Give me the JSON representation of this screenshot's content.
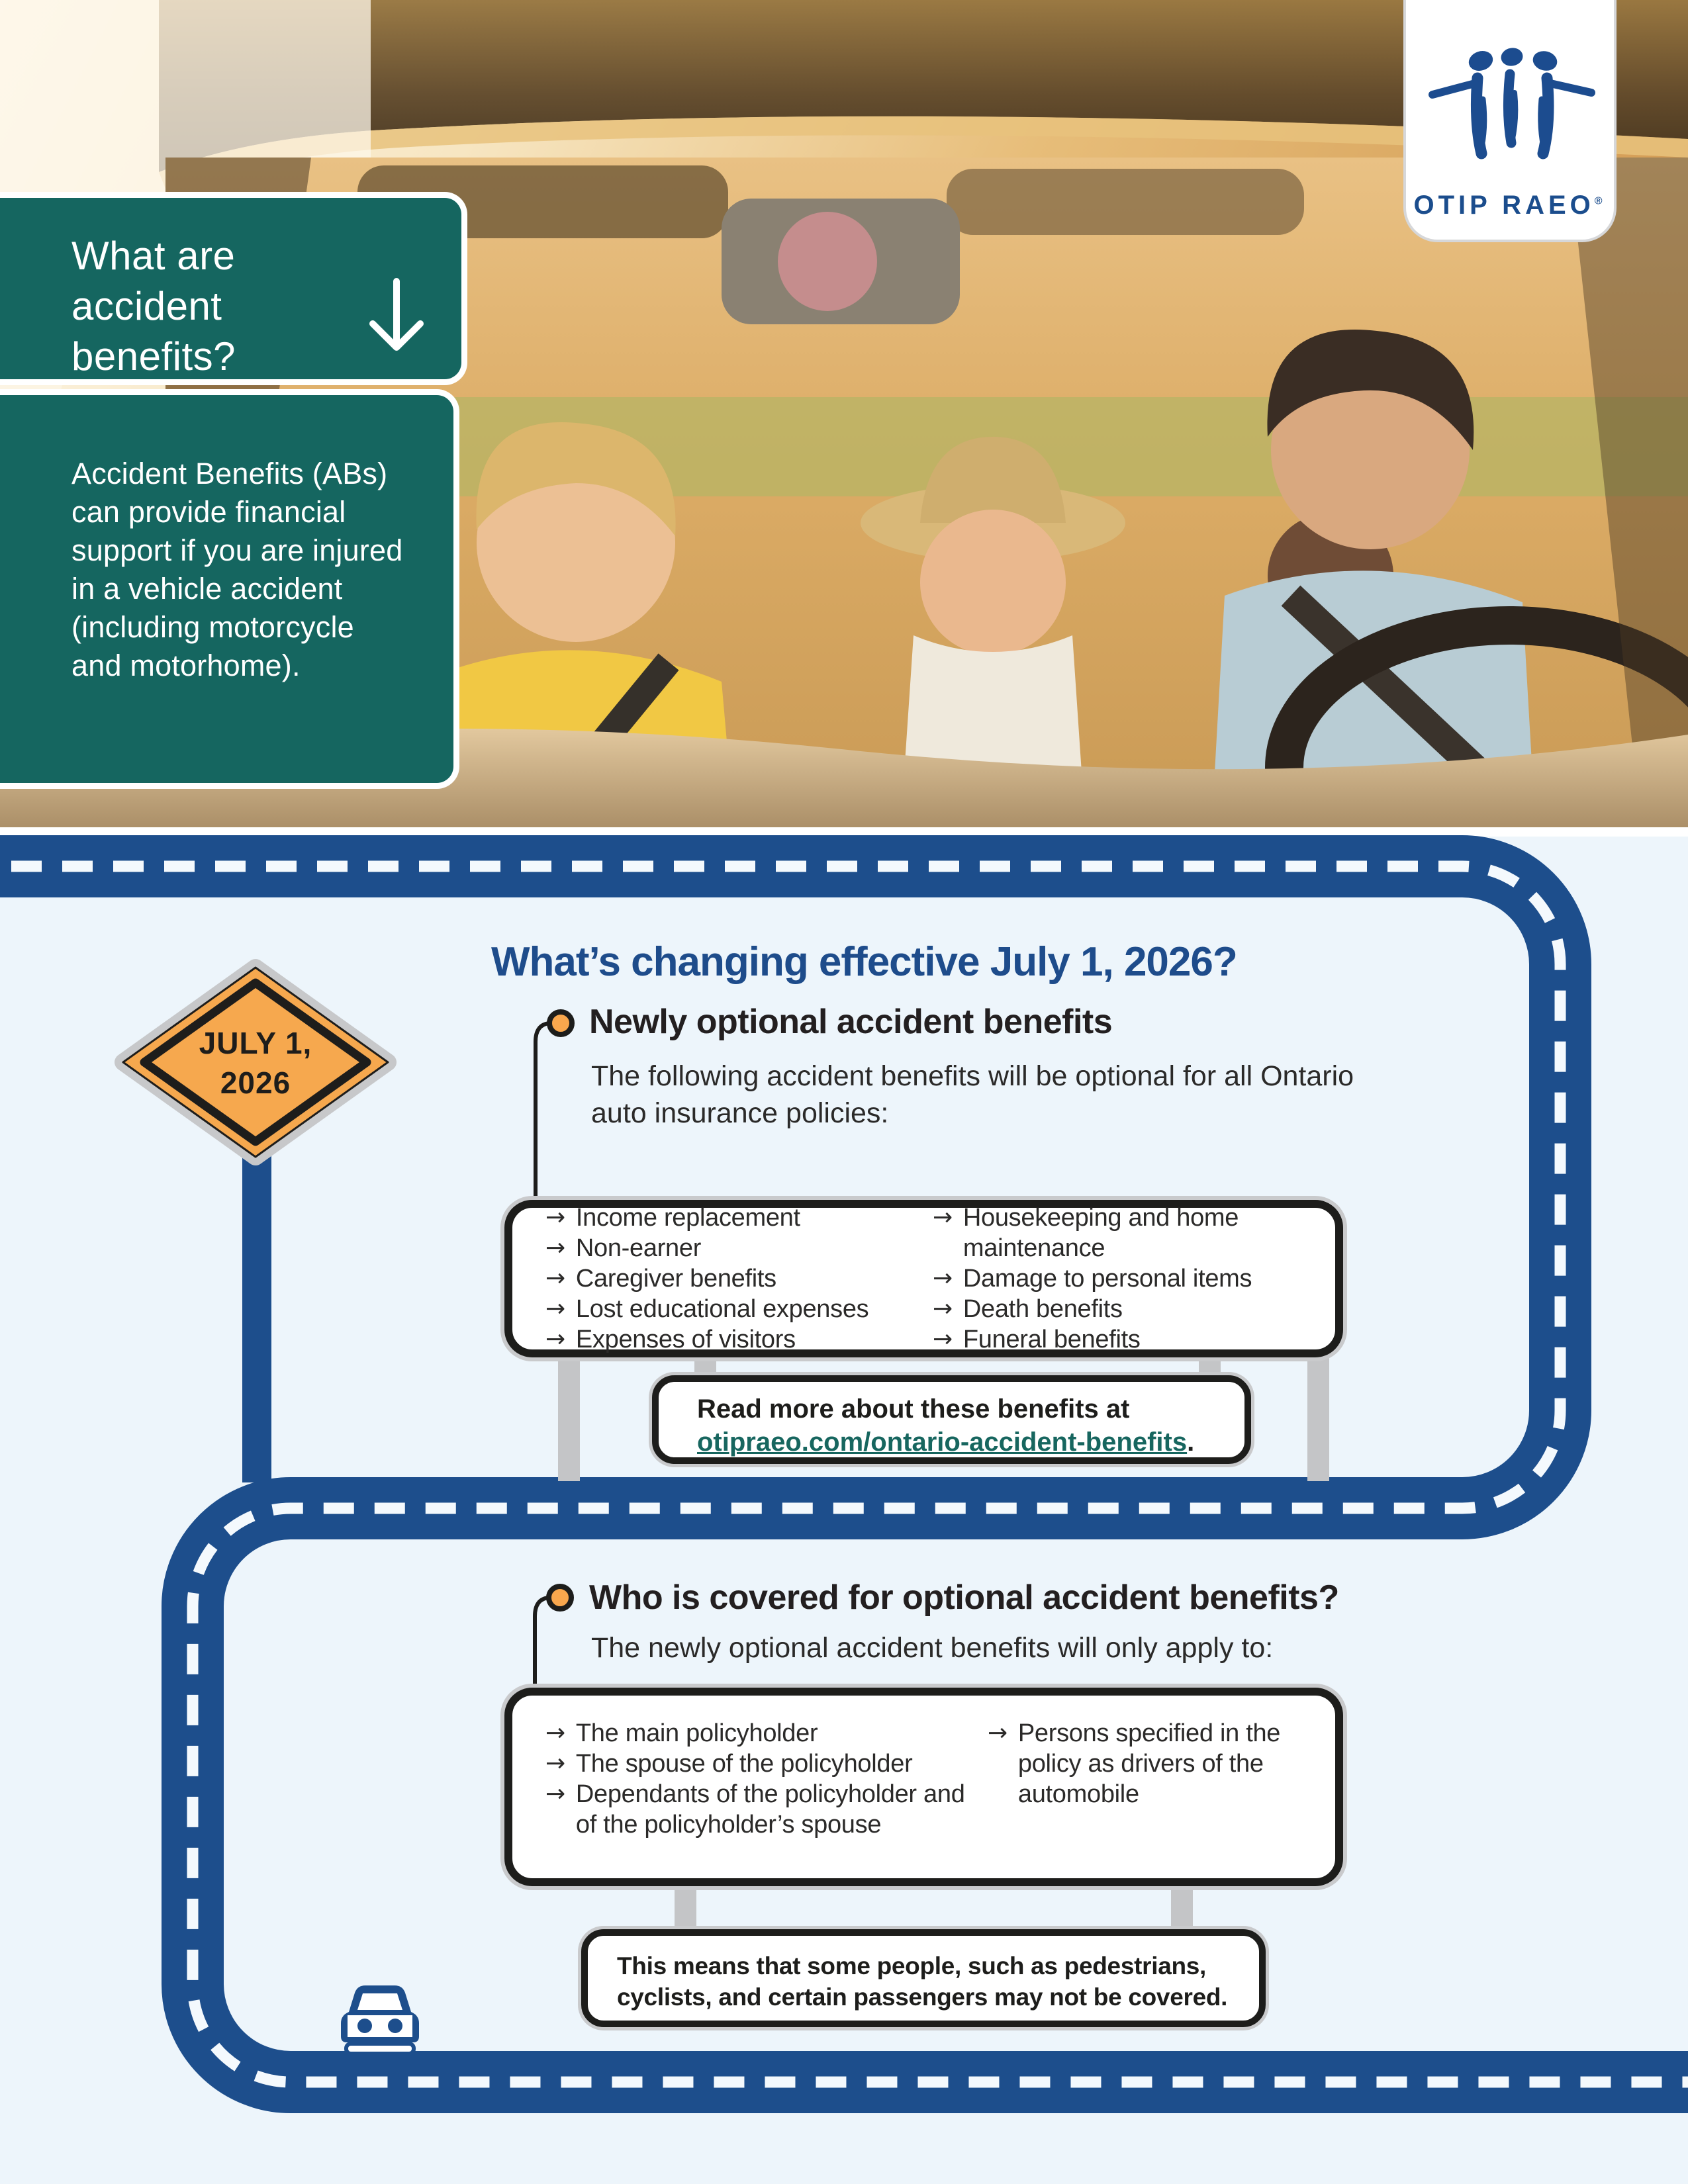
{
  "ui": {
    "arrow_char": "→"
  },
  "logo": {
    "brand": "OTIP RAEO",
    "reg": "®"
  },
  "intro": {
    "title": "What are accident benefits?",
    "body": "Accident Benefits (ABs) can provide financial support if you are injured in a vehicle accident (including motorcycle and motorhome)."
  },
  "sign": {
    "line1": "JULY 1,",
    "line2": "2026"
  },
  "main_heading": "What’s changing effective July 1, 2026?",
  "section1": {
    "heading": "Newly optional accident benefits",
    "intro": "The following accident benefits will be optional for all Ontario auto insurance policies:",
    "col1": [
      "Income replacement",
      "Non-earner",
      "Caregiver benefits",
      "Lost educational expenses",
      "Expenses of visitors"
    ],
    "col2": [
      "Housekeeping and home maintenance",
      "Damage to personal items",
      "Death benefits",
      "Funeral benefits"
    ],
    "readmore_prefix": "Read more about these benefits at",
    "readmore_link": "otipraeo.com/ontario-accident-benefits",
    "readmore_suffix": "."
  },
  "section2": {
    "heading": "Who is covered for optional accident benefits?",
    "intro": "The newly optional accident benefits will only apply to:",
    "col1": [
      "The main policyholder",
      "The spouse of the policyholder",
      "Dependants of the policyholder and of the policyholder’s spouse"
    ],
    "col2": [
      "Persons specified in the policy as drivers of the automobile"
    ],
    "note": "This means that some people, such as pedestrians, cyclists, and certain passengers may not be covered."
  },
  "colors": {
    "teal": "#156660",
    "road_blue": "#1d4e8c",
    "heading_blue": "#1e4c8b",
    "sign_orange": "#f6a84e",
    "bullet_orange": "#f9a74d",
    "page_bg": "#edf5fb",
    "link_teal": "#17665f",
    "ink": "#231f20",
    "post_gray": "#c4c5c7"
  }
}
